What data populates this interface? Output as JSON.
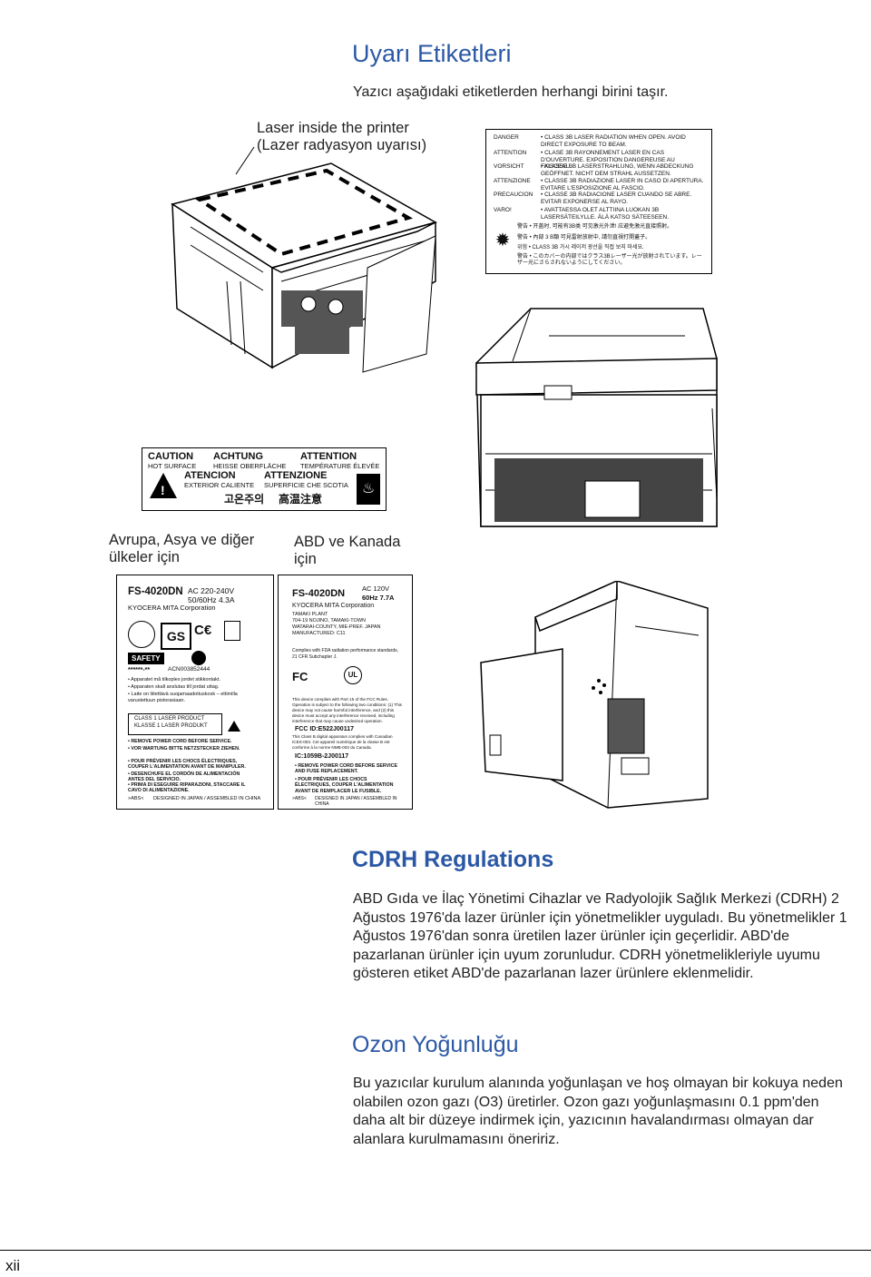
{
  "section1": {
    "title": "Uyarı Etiketleri",
    "intro": "Yazıcı aşağıdaki etiketlerden herhangi birini taşır.",
    "laser_caption_line1": "Laser inside the printer",
    "laser_caption_line2": "(Lazer radyasyon uyarısı)"
  },
  "laser_label": {
    "rows": [
      {
        "key": "DANGER",
        "text": "• CLASS 3B LASER RADIATION WHEN OPEN. AVOID DIRECT EXPOSURE TO BEAM."
      },
      {
        "key": "ATTENTION",
        "text": "• CLASE 3B RAYONNEMENT LASER EN CAS D'OUVERTURE. EXPOSITION DANGEREUSE AU FAISCEAU."
      },
      {
        "key": "VORSICHT",
        "text": "• KLASSE 3B LASERSTRAHLUNG, WENN ABDECKUNG GEÖFFNET. NICHT DEM STRAHL AUSSETZEN."
      },
      {
        "key": "ATTENZIONE",
        "text": "• CLASSE 3B RADIAZIONE LASER IN CASO DI APERTURA. EVITARE L'ESPOSIZIONE AL FASCIO."
      },
      {
        "key": "PRECAUCION",
        "text": "• CLASSE 3B RADIACIONE LASER CUANDO SE ABRE. EVITAR EXPONERSE AL RAYO."
      },
      {
        "key": "VARO!",
        "text": "• AVATTAESSA OLET ALTTIINA LUOKAN 3B LASERSÄTEILYLLE. ÄLÄ KATSO SÄTEESEEN."
      }
    ],
    "asian_rows": [
      "警告 • 开盖时, 可能有3B类 可见激光外泄! 应避免激光直接照射。",
      "警告 • 內部 3 B類 可見雷射放射中, 請勿直視打開蓋子。",
      "위험 • CLASS 3B 가시 레이저 광선을 직접 보지 마세요.",
      "警告 • このカバーの内部ではクラス3Bレーザー光が放射されています。レーザー光にさらされないようにしてください。"
    ]
  },
  "hot_label": {
    "caution": "CAUTION",
    "hot_surface": "HOT SURFACE",
    "achtung": "ACHTUNG",
    "heisse": "HEISSE OBERFLÄCHE",
    "attention": "ATTENTION",
    "temperature": "TEMPÉRATURE ÉLEVÉE",
    "atencion": "ATENCION",
    "exterior": "EXTERIOR CALIENTE",
    "attenzione": "ATTENZIONE",
    "superficie": "SUPERFICIE CHE SCOTIA",
    "korean": "고온주의",
    "chinese": "高温注意"
  },
  "captions": {
    "europe_line1": "Avrupa, Asya ve diğer",
    "europe_line2": "ülkeler için",
    "usa_line1": "ABD ve Kanada",
    "usa_line2": "için"
  },
  "rating_left": {
    "model": "FS-4020DN",
    "power_line1": "AC 220-240V",
    "power_line2": "50/60Hz 4.3A",
    "maker": "KYOCERA MITA Corporation",
    "safety": "SAFETY",
    "acn": "ACN003852444",
    "stars": "******-**",
    "bullets": [
      "• Apparatet må tilkoples jordet stikkontakt.",
      "• Apparaten skall anslutas till jordat uttag.",
      "• Laite on liitettävä suojamaadoituskosk – ettimilla varustettuun pistorasiaan."
    ],
    "class1": "CLASS 1 LASER PRODUCT",
    "klasse1": "KLASSE 1 LASER PRODUKT",
    "warnings": [
      "• REMOVE POWER CORD BEFORE SERVICE.",
      "• VOR WARTUNG BITTE NETZSTECKER ZIEHEN.",
      "• POUR PRÉVENIR LES CHOCS ÉLECTRIQUES, COUPER L'ALIMENTATION AVANT DE MANIPULER.",
      "• DESENCHUFE EL CORDÓN DE ALIMENTACIÓN ANTES DEL SERVICIO.",
      "• PRIMA DI ESEGUIRE RIPARAZIONI, STACCARE IL CAVO DI ALIMENTAZIONE."
    ],
    "footer_abs": ">ABS<",
    "footer_design": "DESIGNED IN JAPAN / ASSEMBLED IN CHINA"
  },
  "rating_right": {
    "model": "FS-4020DN",
    "power_line1": "AC 120V",
    "power_line2": "60Hz 7.7A",
    "maker": "KYOCERA MITA Corporation",
    "plant": "TAMAKI PLANT",
    "address1": "704-19 NOJINO, TAMAKI-TOWN",
    "address2": "WATARAI-COUNTY, MIE-PREF. JAPAN",
    "manufactured": "MANUFACTURED: C11",
    "fda": "Complies with FDA radiation performance standards, 21 CFR Subchapter J.",
    "fcc_text": "This device complies with Part 15 of the FCC Rules. Operation is subject to the following two conditions: (1) This device may not cause harmful interference, and (2) this device must accept any interference received, including interference that may cause undesired operation.",
    "fcc_id": "FCC ID:E522J00117",
    "canada_text": "This Class B digital apparatus complies with Canadian ICES-003. Cet appareil numérique de la classe B est conforme à la norme NMB-003 du Canada.",
    "ic": "IC:1059B-2J00117",
    "warnings": [
      "• REMOVE POWER CORD BEFORE SERVICE AND FUSE REPLACEMENT.",
      "• POUR PRÉVENIR LES CHOCS ÉLECTRIQUES, COUPER L'ALIMENTATION AVANT DE REMPLACER LE FUSIBLE."
    ],
    "footer_abs": ">ABS<",
    "footer_design": "DESIGNED IN JAPAN / ASSEMBLED IN CHINA"
  },
  "section2": {
    "title": "CDRH Regulations",
    "body": "ABD Gıda ve İlaç Yönetimi Cihazlar ve Radyolojik Sağlık Merkezi (CDRH) 2 Ağustos 1976'da lazer ürünler için yönetmelikler uyguladı. Bu yönetmelikler 1 Ağustos 1976'dan sonra üretilen lazer ürünler için geçerlidir. ABD'de pazarlanan ürünler için uyum zorunludur. CDRH yönetmelikleriyle uyumu gösteren etiket ABD'de pazarlanan lazer ürünlere eklenmelidir."
  },
  "section3": {
    "title": "Ozon Yoğunluğu",
    "body": "Bu yazıcılar kurulum alanında yoğunlaşan ve hoş olmayan bir kokuya neden olabilen ozon gazı (O3) üretirler. Ozon gazı yoğunlaşmasını 0.1 ppm'den daha alt bir düzeye indirmek için, yazıcının havalandırması olmayan dar alanlara kurulmamasını öneririz."
  },
  "footer": {
    "page_number": "xii"
  }
}
